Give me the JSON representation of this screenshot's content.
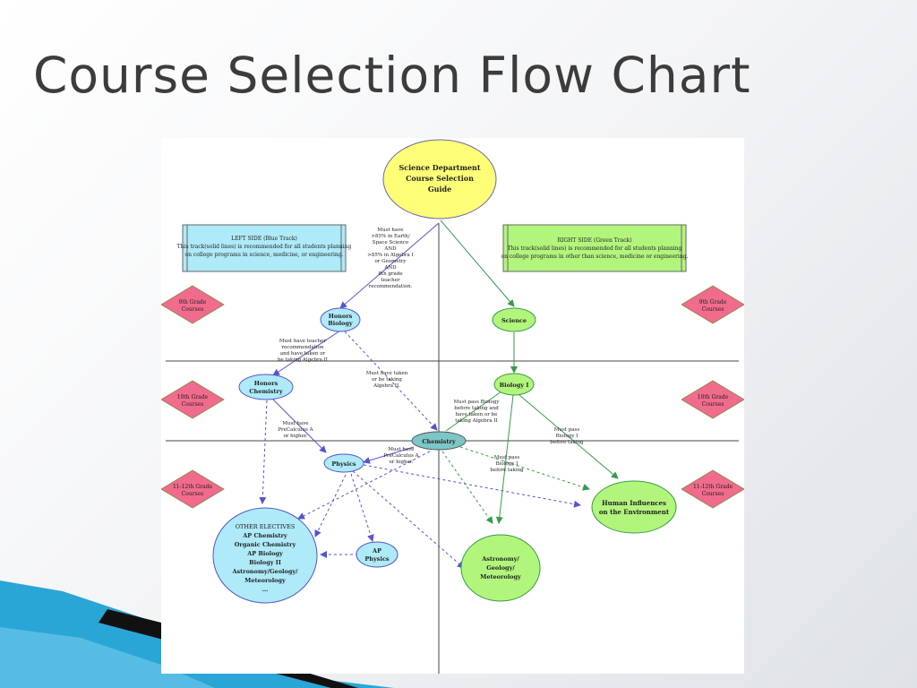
{
  "slide": {
    "title": "Course Selection Flow Chart"
  },
  "diagram": {
    "root": [
      "Science Department",
      "Course Selection",
      "Guide"
    ],
    "left_box": {
      "lines": [
        "LEFT SIDE (Blue Track)",
        "This track(solid lines) is recommended for all students planning",
        "on college programs in science, medicine, or engineering."
      ]
    },
    "right_box": {
      "lines": [
        "RIGHT SIDE (Green Track)",
        "This track(solid lines) is recommended for all students planning",
        "on college programs in other than science, medicine or engineering."
      ]
    },
    "grade_labels": {
      "g9": [
        "9th Grade",
        "Courses"
      ],
      "g10": [
        "10th Grade",
        "Courses"
      ],
      "g11": [
        "11-12th Grade",
        "Courses"
      ]
    },
    "nodes": {
      "honors_biology": [
        "Honors",
        "Biology"
      ],
      "science": [
        "Science"
      ],
      "honors_chemistry": [
        "Honors",
        "Chemistry"
      ],
      "biology_1": [
        "Biology I"
      ],
      "chemistry": [
        "Chemistry"
      ],
      "physics": [
        "Physics"
      ],
      "human_influences": [
        "Human Influences",
        "on the Environment"
      ],
      "other_electives": [
        "OTHER ELECTIVES",
        "AP Chemistry",
        "Organic Chemistry",
        "AP Biology",
        "Biology II",
        "Astronomy/Geology/",
        "Meteorology",
        "..."
      ],
      "ap_physics": [
        "AP",
        "Physics"
      ],
      "astronomy": [
        "Astronomy/",
        "Geology/",
        "Meteorology"
      ]
    },
    "annotations": {
      "must_have_top": [
        "Must have",
        ">85% in Earth/",
        "Space Science",
        "AND",
        ">85% in Algebra I",
        "or Geometry",
        "AND",
        "8th grade",
        "teacher",
        "recommendation."
      ],
      "teacher_rec": [
        "Must have teacher",
        "recommendation",
        "and have taken or",
        "be taking Algebra II"
      ],
      "taken_algebra": [
        "Must have taken",
        "or be taking",
        "Algebra II."
      ],
      "pass_bio_chem": [
        "Must pass Biology",
        "before taking and",
        "have taken or be",
        "taking Algebra II"
      ],
      "pass_bio_human": [
        "Must pass",
        "Biology I",
        "before taking"
      ],
      "precalc_left": [
        "Must have",
        "PreCalculus A",
        "or higher."
      ],
      "precalc_mid": [
        "Must have",
        "PreCalculus A",
        "or higher."
      ],
      "pass_bio_astro": [
        "Must pass",
        "Biology I",
        "before taking"
      ]
    }
  }
}
